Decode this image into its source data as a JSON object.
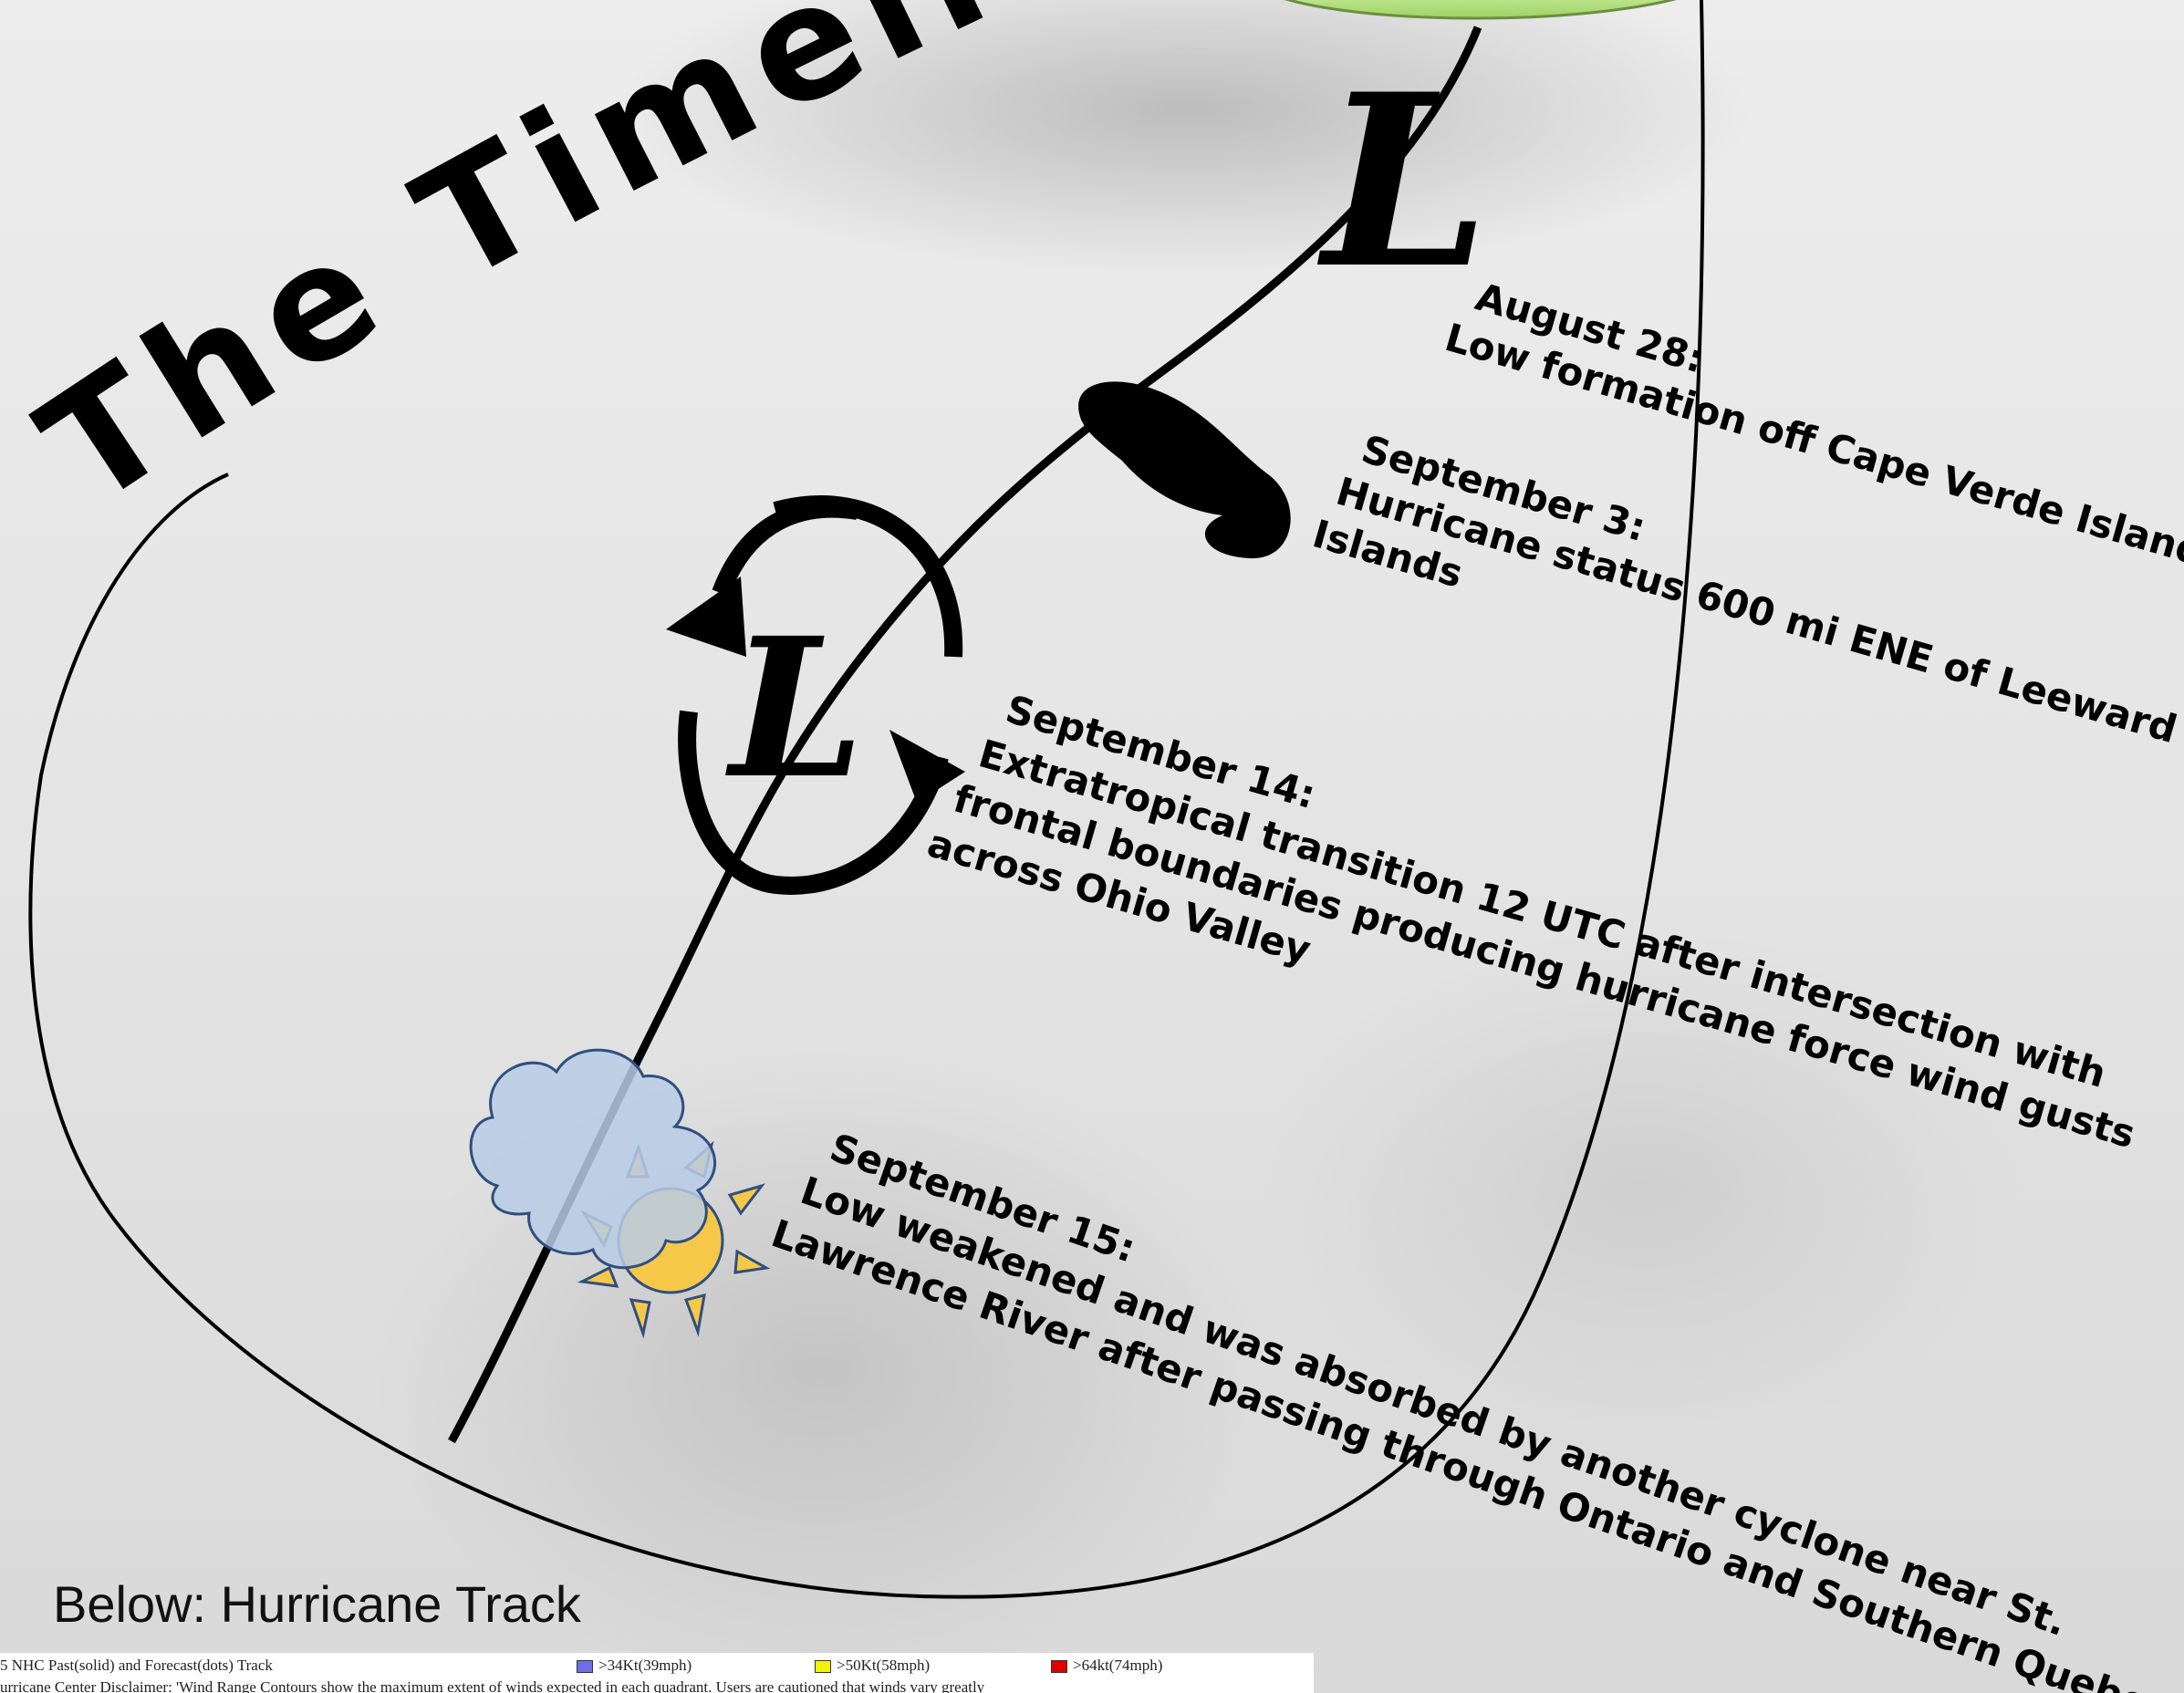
{
  "slide": {
    "title": "The Timeli",
    "low_symbol": "L",
    "below_label": "Below: Hurricane Track"
  },
  "timeline": [
    {
      "date": "August 28:",
      "lines": [
        "Low formation off Cape Verde Islands"
      ]
    },
    {
      "date": "September 3:",
      "lines": [
        "Hurricane status 600 mi ENE of Leeward",
        "Islands"
      ]
    },
    {
      "date": "September 14:",
      "lines": [
        "Extratropical transition 12 UTC after intersection with",
        "frontal boundaries producing hurricane force wind gusts",
        "across Ohio Valley"
      ]
    },
    {
      "date": "September 15:",
      "lines": [
        "Low weakened and was absorbed by another cyclone near St.",
        "Lawrence River after passing through Ontario and Southern Quebe"
      ]
    }
  ],
  "track_image": {
    "header": "5 NHC Past(solid) and Forecast(dots) Track",
    "legend": [
      {
        "label": ">34Kt(39mph)",
        "color": "#6e6ee6"
      },
      {
        "label": ">50Kt(58mph)",
        "color": "#f2f200"
      },
      {
        "label": ">64kt(74mph)",
        "color": "#e00000"
      }
    ],
    "disclaimer": "urricane Center Disclaimer: 'Wind Range Contours show the maximum extent of winds expected in each quadrant.  Users are cautioned that winds vary greatly"
  },
  "icons": [
    "hurricane-icon",
    "extratropical-low-icon",
    "partly-cloudy-icon"
  ],
  "colors": {
    "accent_green": "#a9d86e",
    "cloud_fill": "#b9cde6",
    "cloud_stroke": "#2f4f7f",
    "sun_fill": "#f5c84a"
  }
}
